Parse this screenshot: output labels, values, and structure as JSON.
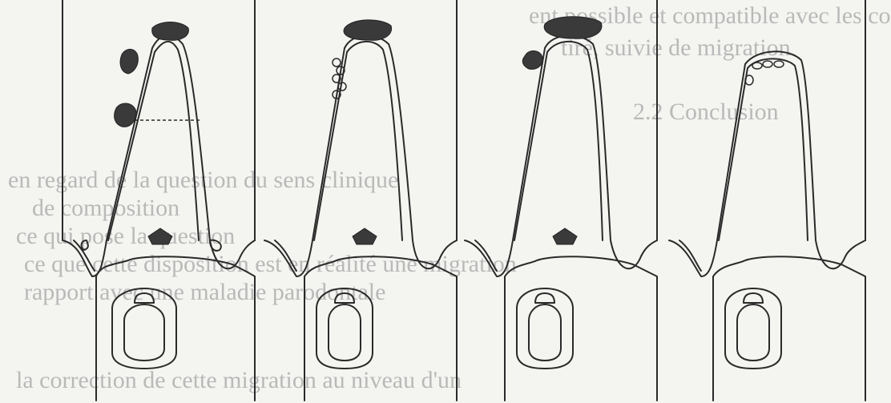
{
  "background_text": {
    "lines": [
      "ent possible et compatible avec les conditions",
      "tiré, suivie de migration",
      "2.2 Conclusion",
      "en regard de la question du sens clinique",
      "de composition",
      "ce qui pose la question",
      "ce que cette disposition est en réalité une migration",
      "rapport avec une maladie parodontale",
      "la correction de cette migration au niveau d'un"
    ]
  },
  "figure": {
    "panels": 4,
    "stages": [
      "stage-1",
      "stage-2",
      "stage-3",
      "stage-4"
    ]
  },
  "colors": {
    "ink": "#2a2a2a",
    "paper": "#f4f4f1",
    "bleed_text": "#b9b9b9"
  }
}
